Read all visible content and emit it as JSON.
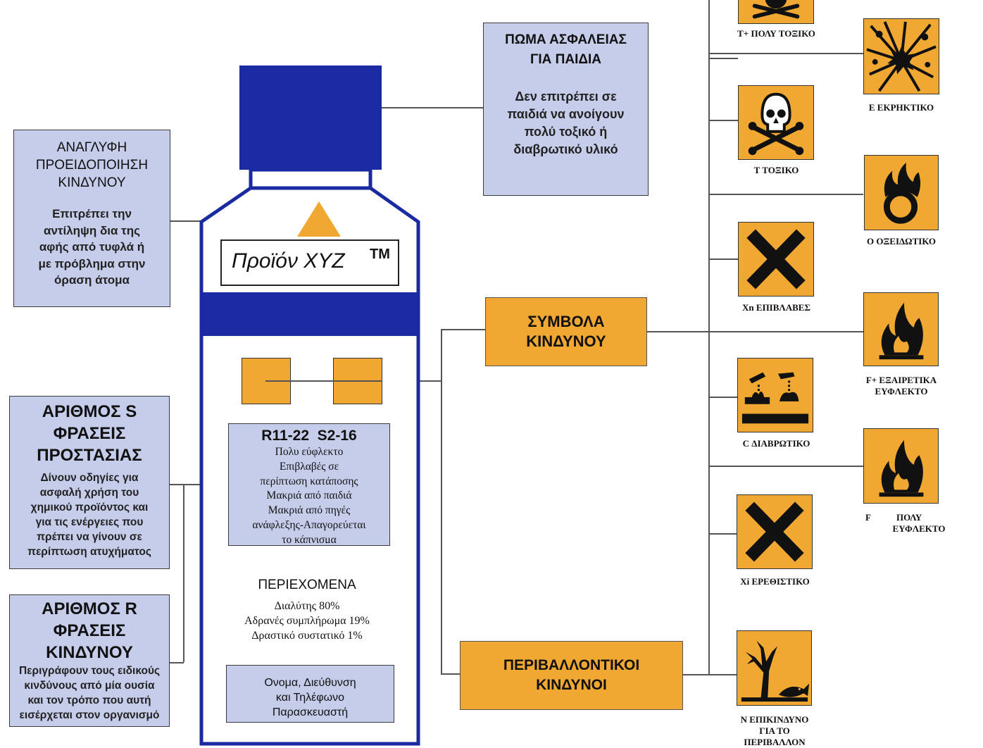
{
  "cap_box": {
    "title1": "ΠΩΜΑ ΑΣΦΑΛΕΙΑΣ",
    "title2": "ΓΙΑ ΠΑΙΔΙΑ",
    "lines": [
      "Δεν επιτρέπει σε",
      "παιδιά να ανοίγουν",
      "πολύ τοξικό ή",
      "διαβρωτικό υλικό"
    ]
  },
  "tactile_box": {
    "title": [
      "ΑΝΑΓΛΥΦΗ",
      "ΠΡΟΕΙΔΟΠΟΙΗΣΗ",
      "ΚΙΝΔΥΝΟΥ"
    ],
    "lines": [
      "Επιτρέπει την",
      "αντίληψη δια της",
      "αφής από τυφλά ή",
      "με πρόβλημα στην",
      "όραση άτομα"
    ]
  },
  "s_box": {
    "title": [
      "ΑΡΙΘΜΟΣ S",
      "ΦΡΑΣΕΙΣ",
      "ΠΡΟΣΤΑΣΙΑΣ"
    ],
    "lines": [
      "Δίνουν οδηγίες για",
      "ασφαλή χρήση του",
      "χημικού προϊόντος και",
      "για τις ενέργειες που",
      "πρέπει να γίνουν σε",
      "περίπτωση ατυχήματος"
    ]
  },
  "r_box": {
    "title": [
      "ΑΡΙΘΜΟΣ R",
      "ΦΡΑΣΕΙΣ",
      "ΚΙΝΔΥΝΟΥ"
    ],
    "lines": [
      "Περιγράφουν τους ειδικούς",
      "κινδύνους από μία ουσία",
      "και τον τρόπο που αυτή",
      "εισέρχεται στον οργανισμό"
    ]
  },
  "bottle": {
    "product_name": "Προϊόν XYZ",
    "trademark": "TM",
    "codes": "R11-22  S2-16",
    "phrases": [
      "Πολυ εύφλεκτο",
      "Επιβλαβές σε",
      "περίπτωση κατάποσης",
      "Μακριά από παιδιά",
      "Μακριά από πηγές",
      "ανάφλεξης-Απαγορεύεται",
      "το κάπνισμα"
    ],
    "contents_title": "ΠΕΡΙΕΧΟΜΕΝΑ",
    "contents": [
      "Διαλύτης 80%",
      "Αδρανές συμπλήρωμα 19%",
      "Δραστικό συστατικό 1%"
    ],
    "manufacturer": [
      "Ονομα, Διεύθυνση",
      "και Τηλέφωνο",
      "Παρασκευαστή"
    ]
  },
  "hazard_symbols_box": [
    "ΣΥΜΒΟΛΑ",
    "ΚΙΝΔΥΝΟΥ"
  ],
  "env_box": [
    "ΠΕΡΙΒΑΛΛΟΝΤΙΚΟΙ",
    "ΚΙΝΔΥΝΟΙ"
  ],
  "symbols": {
    "t_plus": {
      "label": "T+ ΠΟΛΥ ΤΟΞΙΚΟ",
      "icon": "skull-crossbones-icon"
    },
    "e": {
      "label": "E ΕΚΡΗΚΤΙΚΟ",
      "icon": "explosion-icon"
    },
    "t": {
      "label": "T ΤΟΞΙΚΟ",
      "icon": "skull-crossbones-icon"
    },
    "o": {
      "label": "O ΟΞΕΙΔΩΤΙΚΟ",
      "icon": "flame-over-circle-icon"
    },
    "xn": {
      "label": "Xn ΕΠΙΒΛΑΒΕΣ",
      "icon": "x-cross-icon"
    },
    "f_plus": {
      "label": [
        "F+ ΕΞΑΙΡΕΤΙΚΑ",
        "ΕΥΦΛΕΚΤΟ"
      ],
      "icon": "flame-icon"
    },
    "c": {
      "label": "C ΔΙΑΒΡΩΤΙΚΟ",
      "icon": "corrosion-icon"
    },
    "f": {
      "label": [
        "F",
        "ΠΟΛΥ",
        "ΕΥΦΛΕΚΤΟ"
      ],
      "icon": "flame-icon"
    },
    "xi": {
      "label": "Xi ΕΡΕΘΙΣΤΙΚΟ",
      "icon": "x-cross-icon"
    },
    "n": {
      "label": [
        "N ΕΠΙΚΙΝΔΥΝΟ",
        "ΓΙΑ ΤΟ",
        "ΠΕΡΙΒΑΛΛΟΝ"
      ],
      "icon": "dead-tree-fish-icon"
    }
  },
  "colors": {
    "hazard_orange": "#f0a832",
    "info_blue": "#c6cdea",
    "bottle_blue": "#1a2aa0"
  }
}
